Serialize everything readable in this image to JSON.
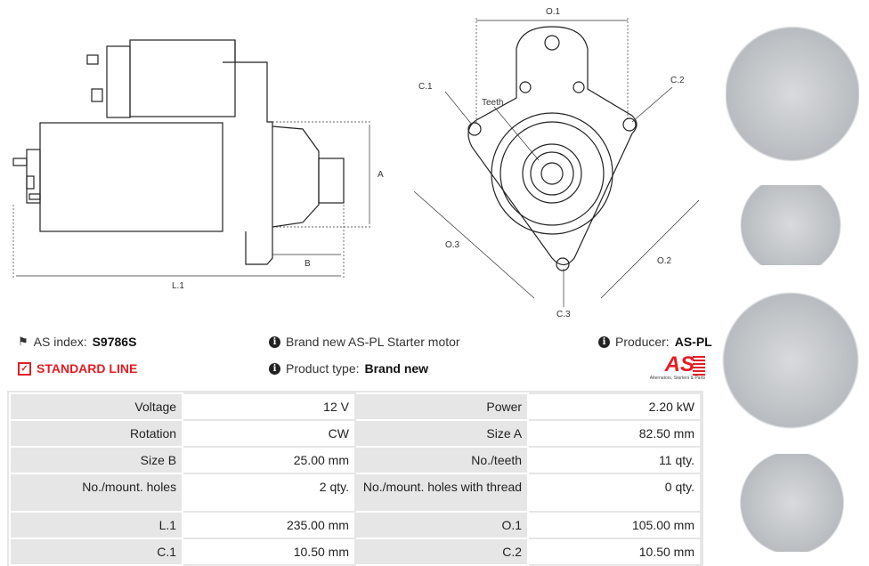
{
  "diagram_side": {
    "A": "A",
    "B": "B",
    "L1": "L.1"
  },
  "diagram_front": {
    "O1": "O.1",
    "C1": "C.1",
    "C2": "C.2",
    "teeth": "Teeth",
    "O3": "O.3",
    "O2": "O.2",
    "C3": "C.3"
  },
  "info": {
    "as_index_label": "AS index:",
    "as_index_value": "S9786S",
    "standard_line": "STANDARD LINE",
    "description": "Brand new AS-PL Starter motor",
    "product_type_label": "Product type:",
    "product_type_value": "Brand new",
    "producer_label": "Producer:",
    "producer_value": "AS-PL",
    "logo_text": "AS",
    "logo_tagline": "Alternators, Starters & Parts"
  },
  "specs": [
    [
      "Voltage",
      "12 V",
      "Power",
      "2.20 kW"
    ],
    [
      "Rotation",
      "CW",
      "Size A",
      "82.50 mm"
    ],
    [
      "Size B",
      "25.00 mm",
      "No./teeth",
      "11 qty."
    ],
    [
      "No./mount. holes",
      "2 qty.",
      "No./mount. holes with thread",
      "0 qty."
    ],
    [
      "L.1",
      "235.00 mm",
      "O.1",
      "105.00 mm"
    ],
    [
      "C.1",
      "10.50 mm",
      "C.2",
      "10.50 mm"
    ]
  ],
  "colors": {
    "accent": "#e31e24",
    "label_bg": "#e6e6e6"
  }
}
